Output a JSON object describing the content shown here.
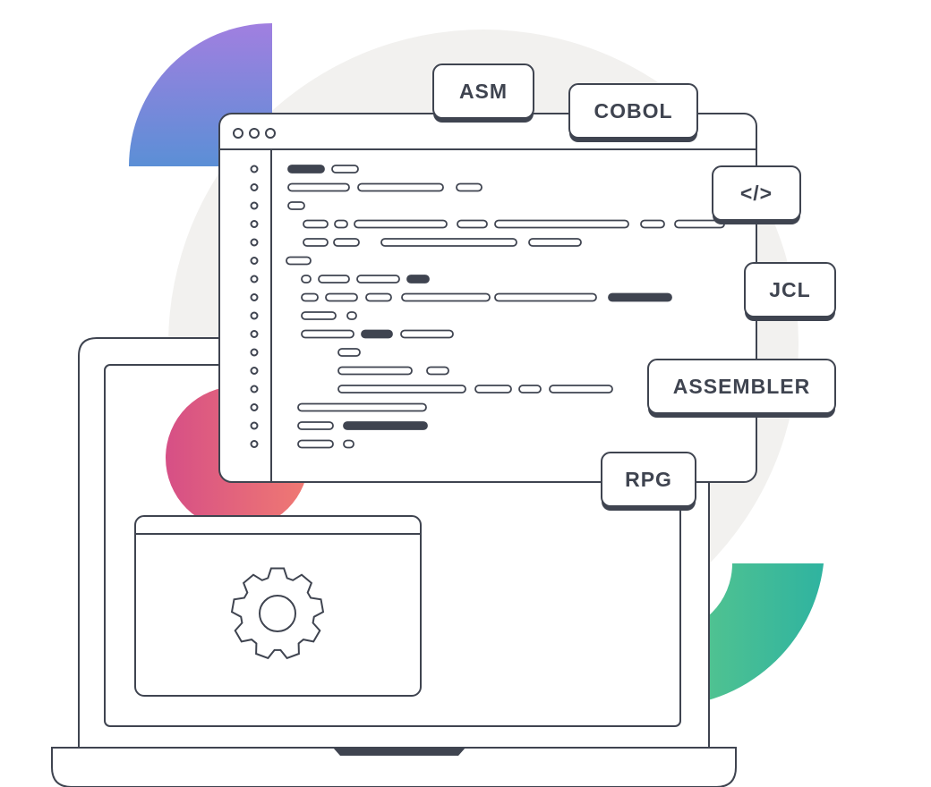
{
  "tags": {
    "asm": "ASM",
    "cobol": "COBOL",
    "code": "</>",
    "jcl": "JCL",
    "assembler": "ASSEMBLER",
    "rpg": "RPG"
  },
  "colors": {
    "outline": "#3f4450",
    "backdrop_circle": "#f2f1ef",
    "purple_blue_start": "#a17fe0",
    "purple_blue_end": "#5b8fd6",
    "pink_start": "#d64f86",
    "pink_end": "#f07a72",
    "green_start": "#5cc88b",
    "green_end": "#2fb3a0"
  },
  "icons": [
    "gear-icon",
    "window-dots-icon"
  ]
}
